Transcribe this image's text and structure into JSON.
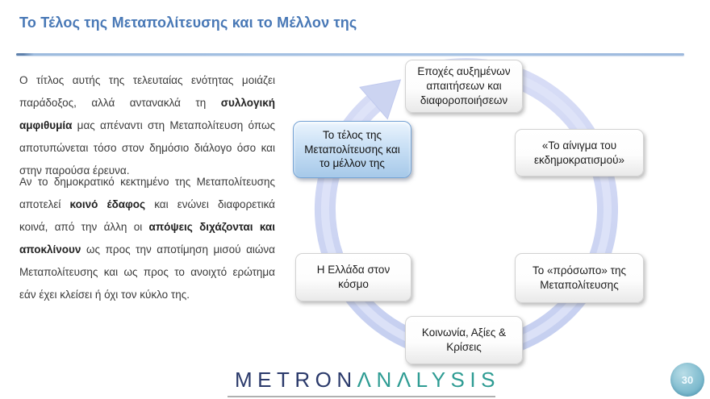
{
  "slide": {
    "title": "Το Τέλος της Μεταπολίτευσης και το Μέλλον της",
    "page_number": "30"
  },
  "body": {
    "paragraphs": [
      {
        "segments": [
          {
            "text": "Ο τίτλος αυτής της τελευταίας ενότητας μοιάζει παράδοξος, αλλά αντανακλά τη ",
            "bold": false
          },
          {
            "text": "συλλογική αμφιθυμία",
            "bold": true
          },
          {
            "text": " μας απέναντι στη Μεταπολίτευση όπως αποτυπώνεται τόσο στον δημόσιο διάλογο όσο και στην παρούσα έρευνα.",
            "bold": false
          }
        ]
      },
      {
        "segments": [
          {
            "text": "Αν το δημοκρατικό κεκτημένο της Μεταπολίτευσης αποτελεί ",
            "bold": false
          },
          {
            "text": "κοινό έδαφος",
            "bold": true
          },
          {
            "text": " και ενώνει διαφορετικά κοινά, από την άλλη οι ",
            "bold": false
          },
          {
            "text": "απόψεις διχάζονται και αποκλίνουν",
            "bold": true
          },
          {
            "text": " ως προς την αποτίμηση μισού αιώνα Μεταπολίτευσης και ως προς το ανοιχτό ερώτημα εάν έχει κλείσει ή όχι τον κύκλο της.",
            "bold": false
          }
        ]
      }
    ]
  },
  "diagram": {
    "type": "cycle",
    "boxes": [
      {
        "label": "Εποχές αυξημένων απαιτήσεων και διαφοροποιήσεων",
        "highlighted": false
      },
      {
        "label": "«Το αίνιγμα του εκδημοκρατισμού»",
        "highlighted": false
      },
      {
        "label": "Το «πρόσωπο» της Μεταπολίτευσης",
        "highlighted": false
      },
      {
        "label": "Κοινωνία, Αξίες & Κρίσεις",
        "highlighted": false
      },
      {
        "label": "Η Ελλάδα στον κόσμο",
        "highlighted": false
      },
      {
        "label": "Το τέλος της Μεταπολίτευσης και το μέλλον της",
        "highlighted": true
      }
    ]
  },
  "footer": {
    "logo_metron": "METRON",
    "logo_analysis": "ΛNΛLYSIS"
  },
  "colors": {
    "title_blue": "#4878b6",
    "divider_blue": "#a8c3e4",
    "ring_periwinkle": "#ccd4f1",
    "highlight_box_fill": "#a6c9e9",
    "highlight_box_border": "#74a2d4",
    "logo_navy": "#2b3a6b",
    "logo_teal": "#2e9c93",
    "page_badge_teal": "#63abc4"
  }
}
